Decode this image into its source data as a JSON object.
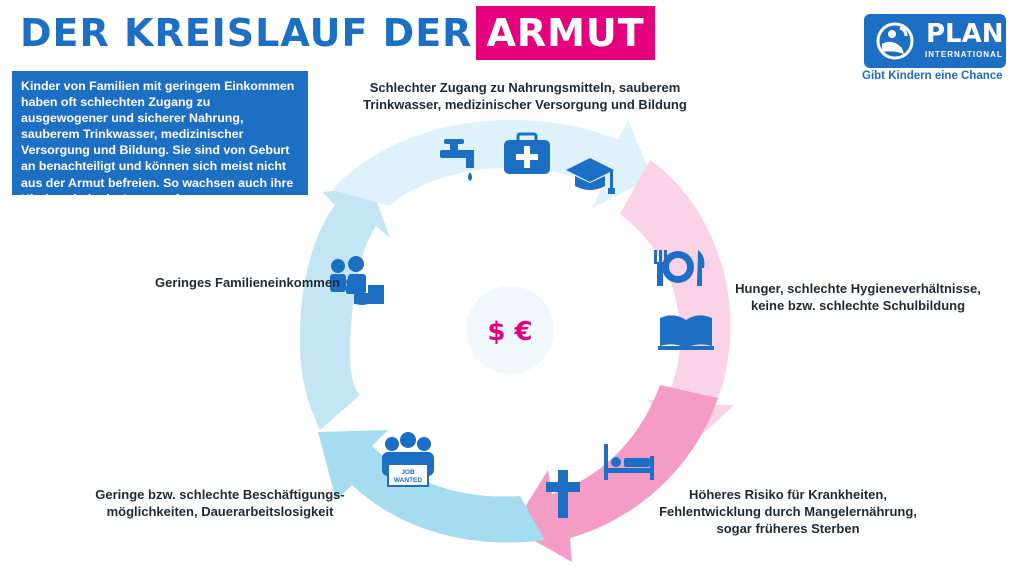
{
  "header": {
    "title_part1": "DER KREISLAUF DER",
    "title_part2": "ARMUT"
  },
  "info_text": "Kinder von Familien mit geringem Einkommen haben oft schlechten Zugang zu ausgewogener und sicherer Nahrung, sauberem Trinkwasser, medizinischer Versorgung und Bildung. Sie sind von Geburt an benachteiligt und können sich meist nicht aus der Armut befreien. So wachsen auch ihre Kinder wieder in Armut auf.",
  "logo": {
    "word": "PLAN",
    "sub": "INTERNATIONAL",
    "tagline": "Gibt Kindern eine Chance"
  },
  "center_symbol": "$ €",
  "segments": [
    {
      "id": "top",
      "label_line1": "Schlechter Zugang zu Nahrungsmitteln, sauberem",
      "label_line2": "Trinkwasser, medizinischer Versorgung und Bildung",
      "icons": [
        "water-tap-icon",
        "medical-kit-icon",
        "graduation-cap-icon"
      ]
    },
    {
      "id": "right",
      "label_line1": "Hunger, schlechte Hygieneverhältnisse,",
      "label_line2": "keine bzw. schlechte Schulbildung",
      "icons": [
        "plate-cutlery-icon",
        "open-book-icon"
      ]
    },
    {
      "id": "bottom-right",
      "label_line1": "Höheres Risiko für Krankheiten,",
      "label_line2": "Fehlentwicklung durch Mangelernährung,",
      "label_line3": "sogar früheres Sterben",
      "icons": [
        "bed-icon",
        "cross-icon"
      ]
    },
    {
      "id": "bottom-left",
      "label_line1": "Geringe bzw. schlechte Beschäftigungs-",
      "label_line2": "möglichkeiten, Dauerarbeitslosigkeit",
      "icons": [
        "job-wanted-icon"
      ],
      "sign_line1": "JOB",
      "sign_line2": "WANTED"
    },
    {
      "id": "left",
      "label": "Geringes Familieneinkommen",
      "icons": [
        "family-coins-icon"
      ]
    }
  ],
  "colors": {
    "brand_blue": "#1d6fc4",
    "brand_pink": "#e5007e",
    "arrow_top": "#dff1fa",
    "arrow_right": "#fbd3e6",
    "arrow_bottom_right": "#f49bc6",
    "arrow_bottom_left": "#a6dcef",
    "arrow_left": "#c4e6f4",
    "icon_blue": "#1d6fc4"
  }
}
